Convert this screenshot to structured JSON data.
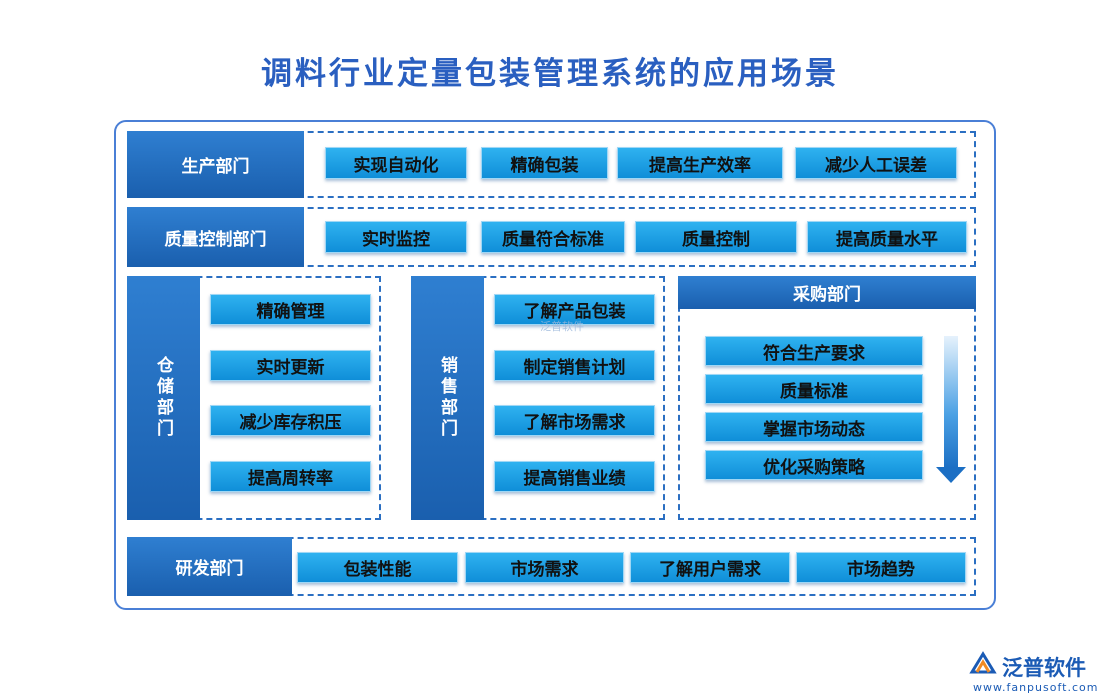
{
  "title": "调料行业定量包装管理系统的应用场景",
  "production": {
    "label": "生产部门",
    "items": [
      "实现自动化",
      "精确包装",
      "提高生产效率",
      "减少人工误差"
    ]
  },
  "quality": {
    "label": "质量控制部门",
    "items": [
      "实时监控",
      "质量符合标准",
      "质量控制",
      "提高质量水平"
    ]
  },
  "warehouse": {
    "label": "仓储部门",
    "items": [
      "精确管理",
      "实时更新",
      "减少库存积压",
      "提高周转率"
    ]
  },
  "sales": {
    "label": "销售部门",
    "items": [
      "了解产品包装",
      "制定销售计划",
      "了解市场需求",
      "提高销售业绩"
    ]
  },
  "purchase": {
    "label": "采购部门",
    "items": [
      "符合生产要求",
      "质量标准",
      "掌握市场动态",
      "优化采购策略"
    ]
  },
  "rnd": {
    "label": "研发部门",
    "items": [
      "包装性能",
      "市场需求",
      "了解用户需求",
      "市场趋势"
    ]
  },
  "logo": {
    "name": "泛普软件",
    "url": "www.fanpusoft.com",
    "watermark": "泛普软件"
  },
  "colors": {
    "title": "#2a5fc0",
    "dept": "#1a5fae",
    "item": "#1a9de6",
    "border": "#2b6fc2"
  }
}
